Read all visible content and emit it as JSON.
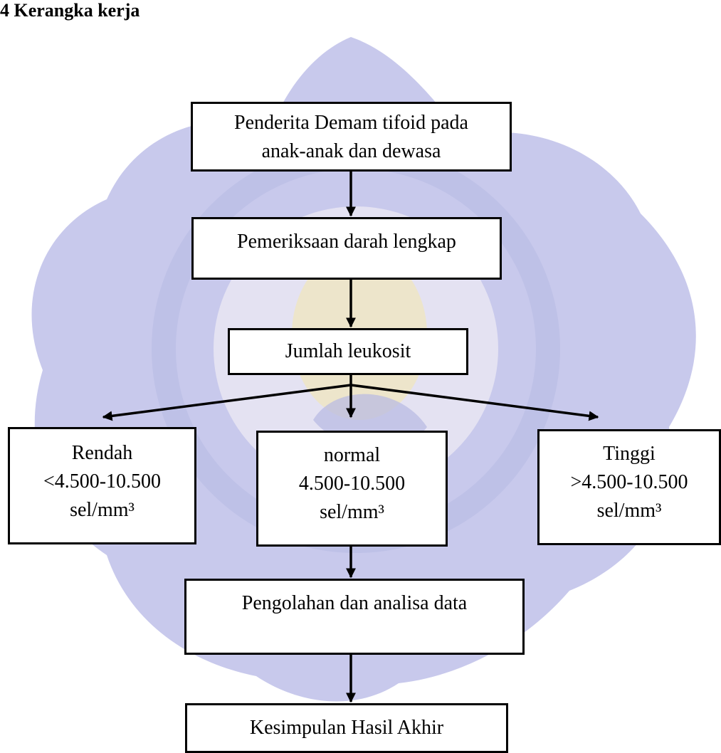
{
  "heading": {
    "number": "4",
    "title": "Kerangka kerja"
  },
  "colors": {
    "watermark": "#c8c9ec",
    "watermark_dark": "#b7b9e3",
    "watermark_center": "#efe6c0",
    "stroke": "#000000"
  },
  "nodes": {
    "penderita": {
      "lines": [
        "Penderita Demam tifoid pada",
        "anak-anak dan dewasa"
      ]
    },
    "pemeriksaan": {
      "lines": [
        "Pemeriksaan darah lengkap"
      ]
    },
    "jumlah": {
      "lines": [
        "Jumlah leukosit"
      ]
    },
    "rendah": {
      "lines": [
        "Rendah",
        "<4.500-10.500",
        "sel/mm³"
      ]
    },
    "normal": {
      "lines": [
        "normal",
        "4.500-10.500",
        "sel/mm³"
      ]
    },
    "tinggi": {
      "lines": [
        "Tinggi",
        ">4.500-10.500",
        "sel/mm³"
      ]
    },
    "pengolahan": {
      "lines": [
        "Pengolahan dan analisa data"
      ]
    },
    "kesimpulan": {
      "lines": [
        "Kesimpulan Hasil Akhir"
      ]
    }
  }
}
